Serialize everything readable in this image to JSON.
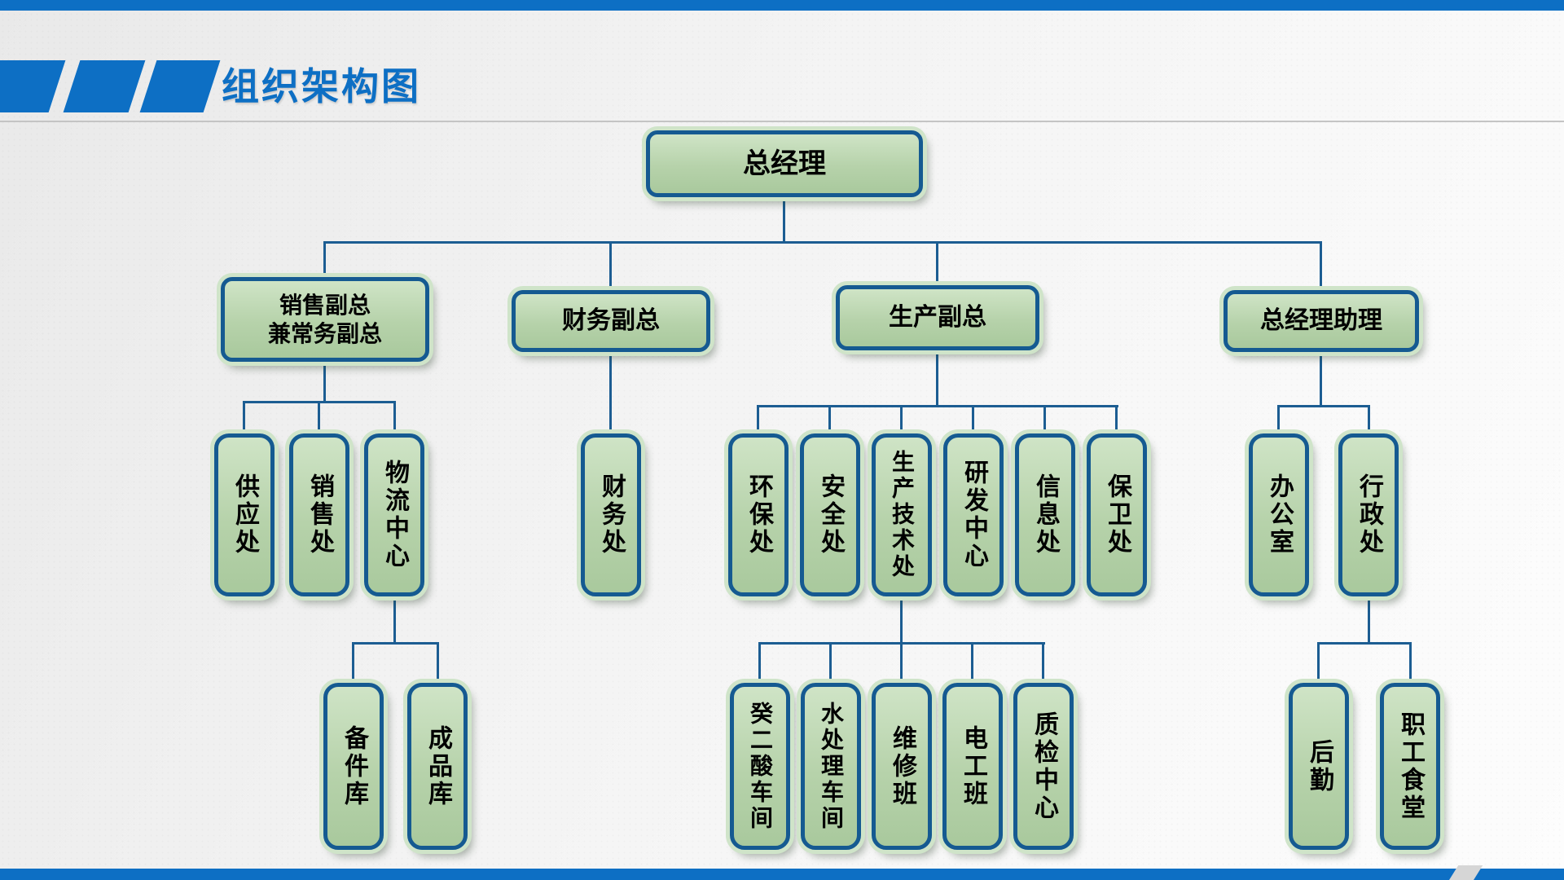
{
  "header": {
    "title": "组织架构图"
  },
  "colors": {
    "accent_blue": "#0d6fc4",
    "node_border_blue": "#155a91",
    "node_fill_green": "#b6d2aa",
    "node_halo_green": "#cfe4c9",
    "connector_blue": "#1c5d92",
    "divider_gray": "#c4c4c4"
  },
  "org": {
    "nodes": {
      "gm": {
        "label": "总经理"
      },
      "sales_vp": {
        "label": "销售副总\n兼常务副总"
      },
      "finance_vp": {
        "label": "财务副总"
      },
      "production_vp": {
        "label": "生产副总"
      },
      "gm_assistant": {
        "label": "总经理助理"
      },
      "supply": {
        "label": "供应处"
      },
      "sales_dept": {
        "label": "销售处"
      },
      "logistics_center": {
        "label": "物流中心"
      },
      "finance_dept": {
        "label": "财务处"
      },
      "env_protection": {
        "label": "环保处"
      },
      "safety": {
        "label": "安全处"
      },
      "production_tech": {
        "label": "生产技术处"
      },
      "rd_center": {
        "label": "研发中心"
      },
      "information": {
        "label": "信息处"
      },
      "security": {
        "label": "保卫处"
      },
      "office": {
        "label": "办公室"
      },
      "admin": {
        "label": "行政处"
      },
      "spare_parts": {
        "label": "备件库"
      },
      "finished_goods": {
        "label": "成品库"
      },
      "sebacic_workshop": {
        "label": "癸二酸车间"
      },
      "water_treatment": {
        "label": "水处理车间"
      },
      "maintenance_team": {
        "label": "维修班"
      },
      "electrician_team": {
        "label": "电工班"
      },
      "quality_center": {
        "label": "质检中心"
      },
      "logistics_support": {
        "label": "后勤"
      },
      "staff_canteen": {
        "label": "职工食堂"
      }
    }
  }
}
